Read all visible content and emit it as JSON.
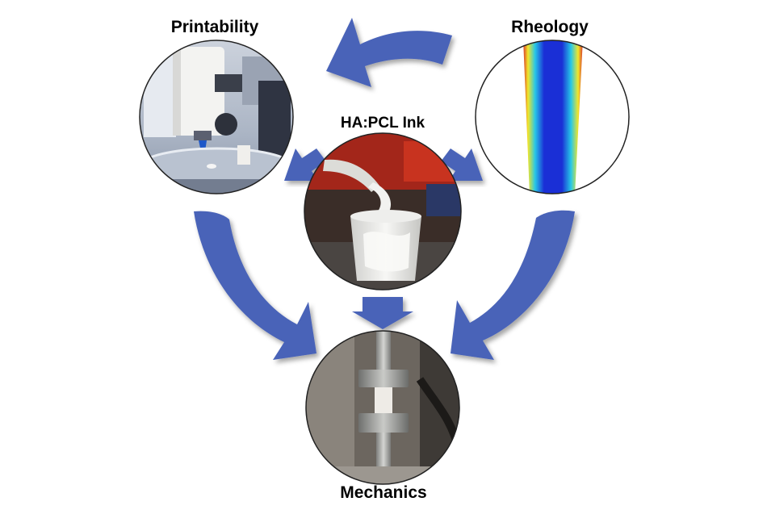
{
  "labels": {
    "printability": "Printability",
    "rheology": "Rheology",
    "ink": "HA:PCL Ink",
    "mechanics": "Mechanics"
  },
  "colors": {
    "arrow": "#4a64b8",
    "arrow_dark": "#2e4596",
    "circle_border": "#222222",
    "ink_white": "#f2f2f0",
    "steel": "#a9aaa8",
    "rheology_blue": "#1a2fd6",
    "rheology_cyan": "#26c7e8",
    "rheology_yellow": "#f1e62a",
    "rheology_red": "#d9342a",
    "printer_blue_nozzle": "#1d57c8",
    "lab_background_red": "#a3261a"
  },
  "icons": {
    "arrow": "curved-arrow-icon",
    "small_arrow": "small-arrow-icon"
  }
}
